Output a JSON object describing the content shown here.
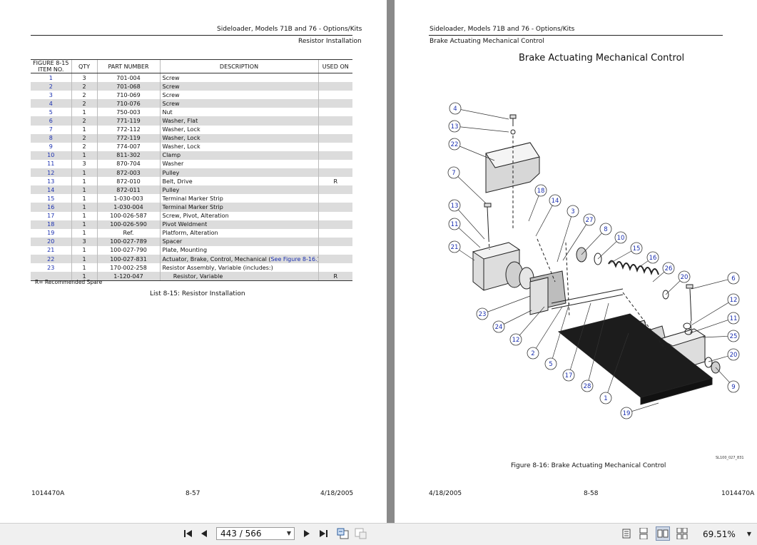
{
  "left_page": {
    "header_title": "Sideloader, Models 71B and 76 - Options/Kits",
    "header_subtitle": "Resistor Installation",
    "columns": [
      "FIGURE 8-15 ITEM NO.",
      "QTY",
      "PART NUMBER",
      "DESCRIPTION",
      "USED ON"
    ],
    "rows": [
      {
        "item": "1",
        "qty": "3",
        "part": "701-004",
        "desc": "Screw",
        "desc_link": "",
        "desc_end": "",
        "used": ""
      },
      {
        "item": "2",
        "qty": "2",
        "part": "701-068",
        "desc": "Screw",
        "desc_link": "",
        "desc_end": "",
        "used": ""
      },
      {
        "item": "3",
        "qty": "2",
        "part": "710-069",
        "desc": "Screw",
        "desc_link": "",
        "desc_end": "",
        "used": ""
      },
      {
        "item": "4",
        "qty": "2",
        "part": "710-076",
        "desc": "Screw",
        "desc_link": "",
        "desc_end": "",
        "used": ""
      },
      {
        "item": "5",
        "qty": "1",
        "part": "750-003",
        "desc": "Nut",
        "desc_link": "",
        "desc_end": "",
        "used": ""
      },
      {
        "item": "6",
        "qty": "2",
        "part": "771-119",
        "desc": "Washer, Flat",
        "desc_link": "",
        "desc_end": "",
        "used": ""
      },
      {
        "item": "7",
        "qty": "1",
        "part": "772-112",
        "desc": "Washer, Lock",
        "desc_link": "",
        "desc_end": "",
        "used": ""
      },
      {
        "item": "8",
        "qty": "2",
        "part": "772-119",
        "desc": "Washer, Lock",
        "desc_link": "",
        "desc_end": "",
        "used": ""
      },
      {
        "item": "9",
        "qty": "2",
        "part": "774-007",
        "desc": "Washer, Lock",
        "desc_link": "",
        "desc_end": "",
        "used": ""
      },
      {
        "item": "10",
        "qty": "1",
        "part": "811-302",
        "desc": "Clamp",
        "desc_link": "",
        "desc_end": "",
        "used": ""
      },
      {
        "item": "11",
        "qty": "3",
        "part": "870-704",
        "desc": "Washer",
        "desc_link": "",
        "desc_end": "",
        "used": ""
      },
      {
        "item": "12",
        "qty": "1",
        "part": "872-003",
        "desc": "Pulley",
        "desc_link": "",
        "desc_end": "",
        "used": ""
      },
      {
        "item": "13",
        "qty": "1",
        "part": "872-010",
        "desc": "Belt, Drive",
        "desc_link": "",
        "desc_end": "",
        "used": "R"
      },
      {
        "item": "14",
        "qty": "1",
        "part": "872-011",
        "desc": "Pulley",
        "desc_link": "",
        "desc_end": "",
        "used": ""
      },
      {
        "item": "15",
        "qty": "1",
        "part": "1-030-003",
        "desc": "Terminal Marker Strip",
        "desc_link": "",
        "desc_end": "",
        "used": ""
      },
      {
        "item": "16",
        "qty": "1",
        "part": "1-030-004",
        "desc": "Terminal Marker Strip",
        "desc_link": "",
        "desc_end": "",
        "used": ""
      },
      {
        "item": "17",
        "qty": "1",
        "part": "100-026-587",
        "desc": "Screw, Pivot, Alteration",
        "desc_link": "",
        "desc_end": "",
        "used": ""
      },
      {
        "item": "18",
        "qty": "1",
        "part": "100-026-590",
        "desc": "Pivot Weldment",
        "desc_link": "",
        "desc_end": "",
        "used": ""
      },
      {
        "item": "19",
        "qty": "1",
        "part": "Ref.",
        "desc": "Platform, Alteration",
        "desc_link": "",
        "desc_end": "",
        "used": ""
      },
      {
        "item": "20",
        "qty": "3",
        "part": "100-027-789",
        "desc": "Spacer",
        "desc_link": "",
        "desc_end": "",
        "used": ""
      },
      {
        "item": "21",
        "qty": "1",
        "part": "100-027-790",
        "desc": "Plate, Mounting",
        "desc_link": "",
        "desc_end": "",
        "used": ""
      },
      {
        "item": "22",
        "qty": "1",
        "part": "100-027-831",
        "desc": "Actuator, Brake, Control, Mechanical (",
        "desc_link": "See Figure 8-16.",
        "desc_end": ")",
        "used": ""
      },
      {
        "item": "23",
        "qty": "1",
        "part": "170-002-258",
        "desc": "Resistor Assembly, Variable (includes:)",
        "desc_link": "",
        "desc_end": "",
        "used": ""
      },
      {
        "item": "",
        "qty": "1",
        "part": "1-120-047",
        "desc": "      Resistor, Variable",
        "desc_link": "",
        "desc_end": "",
        "used": "R"
      }
    ],
    "note": "R= Recommended Spare",
    "caption": "List 8-15:  Resistor Installation",
    "footer_left": "1014470A",
    "footer_center": "8-57",
    "footer_right": "4/18/2005"
  },
  "right_page": {
    "header_title": "Sideloader, Models 71B and 76 - Options/Kits",
    "header_subtitle": "Brake Actuating Mechanical Control",
    "figure_title": "Brake Actuating Mechanical Control",
    "drawing_code": "SL100_027_831",
    "caption": "Figure 8-16:  Brake Actuating Mechanical Control",
    "footer_left": "4/18/2005",
    "footer_center": "8-58",
    "footer_right": "1014470A",
    "callouts": [
      "4",
      "13",
      "22",
      "7",
      "13",
      "11",
      "21",
      "18",
      "14",
      "3",
      "27",
      "8",
      "10",
      "15",
      "16",
      "26",
      "20",
      "6",
      "12",
      "11",
      "25",
      "20",
      "9",
      "19",
      "1",
      "28",
      "17",
      "5",
      "2",
      "12",
      "24",
      "23"
    ]
  },
  "toolbar": {
    "page_display": "443 / 566",
    "zoom": "69.51%",
    "icons": [
      "first-page-icon",
      "prev-page-icon",
      "next-page-icon",
      "last-page-icon",
      "back-view-icon",
      "forward-view-icon",
      "single-page-icon",
      "single-continuous-icon",
      "two-page-icon",
      "two-continuous-icon",
      "zoom-dropdown-icon"
    ]
  },
  "colors": {
    "link": "#1a2fb0",
    "row_shade": "#dcdcdc",
    "viewer_bg": "#8a8a8a",
    "toolbar_bg": "#f0f0f0"
  }
}
